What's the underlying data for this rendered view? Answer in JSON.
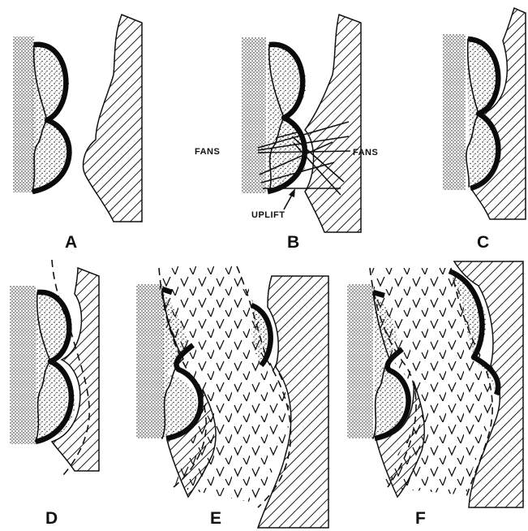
{
  "figure": {
    "panels": [
      {
        "id": "A",
        "label": "A"
      },
      {
        "id": "B",
        "label": "B"
      },
      {
        "id": "C",
        "label": "C"
      },
      {
        "id": "D",
        "label": "D"
      },
      {
        "id": "E",
        "label": "E"
      },
      {
        "id": "F",
        "label": "F"
      }
    ],
    "annotations": {
      "fans_left": "FANS",
      "fans_right": "FANS",
      "uplift": "UPLIFT"
    }
  }
}
